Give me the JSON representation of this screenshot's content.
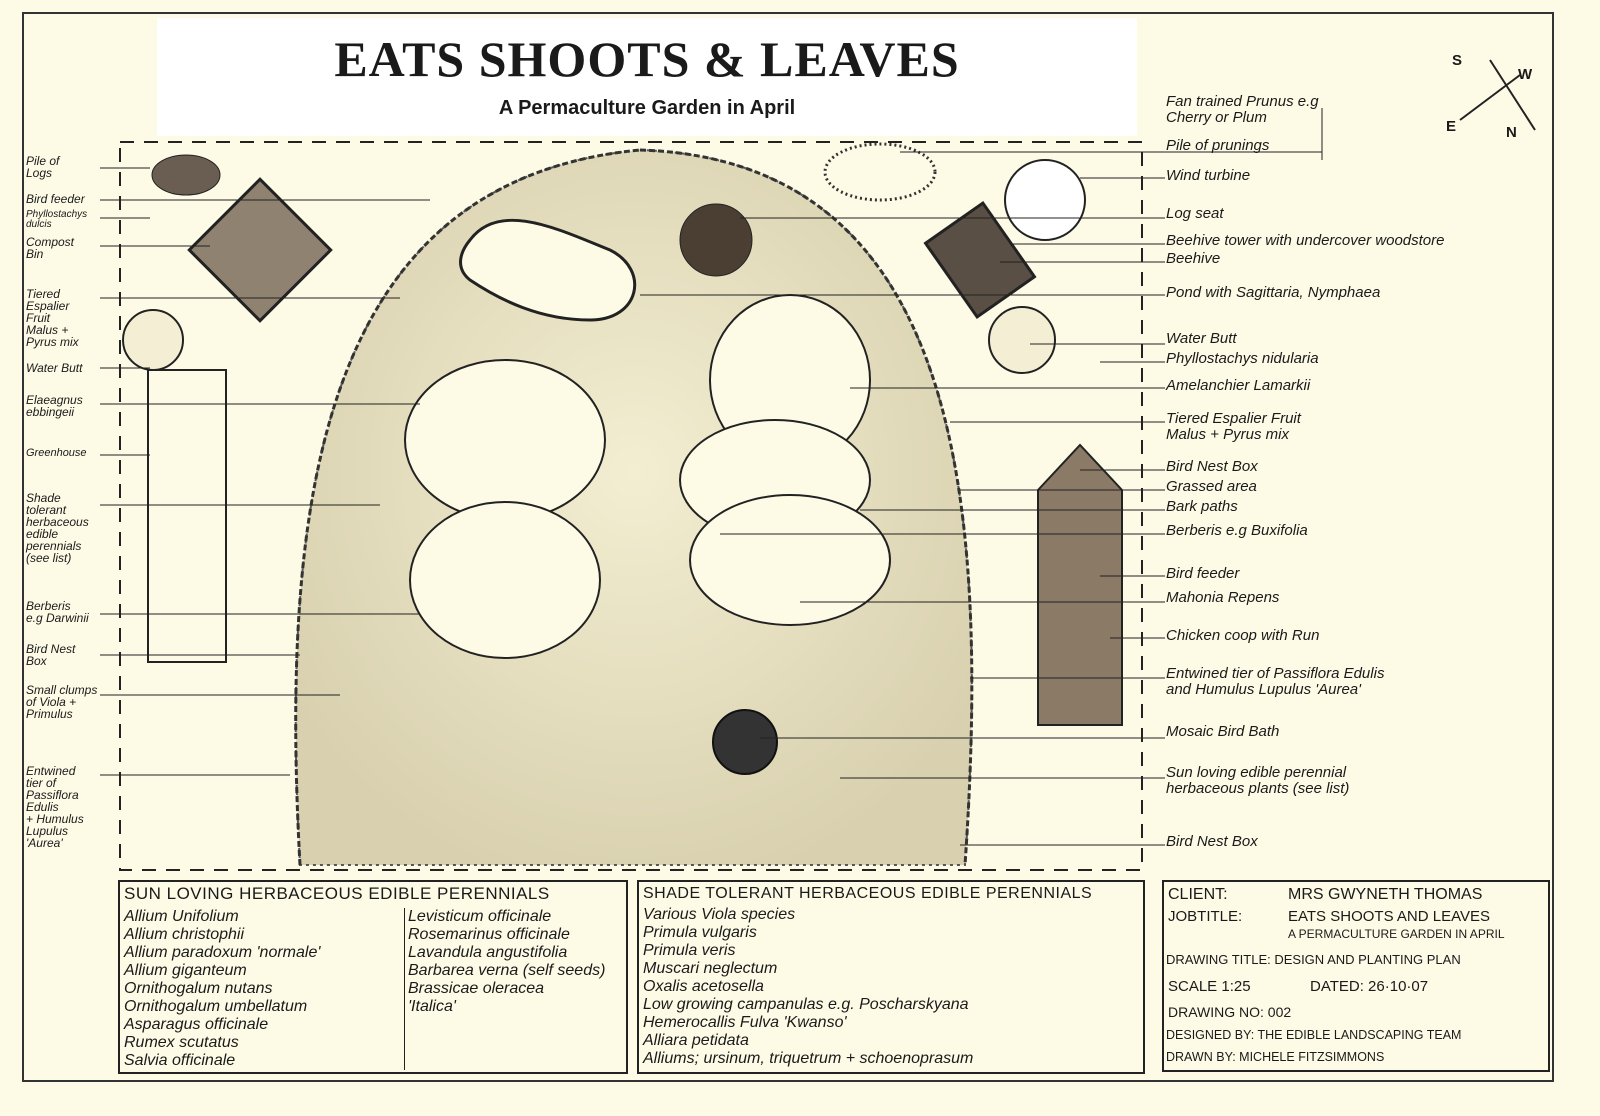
{
  "title": "EATS SHOOTS & LEAVES",
  "subtitle": "A Permaculture Garden in April",
  "compass": [
    "S",
    "W",
    "E",
    "N"
  ],
  "left_labels": [
    "Pile of\nLogs",
    "Bird feeder",
    "Phyllostachys\ndulcis",
    "Compost\nBin",
    "Tiered\nEspalier\nFruit\nMalus +\nPyrus mix",
    "Water Butt",
    "Elaeagnus\nebbingeii",
    "Greenhouse",
    "Shade\ntolerant\nherbaceous\nedible\nperennials\n(see list)",
    "Berberis\ne.g Darwinii",
    "Bird Nest\nBox",
    "Small clumps\nof Viola +\nPrimulus",
    "Entwined\ntier of\nPassiflora\nEdulis\n+ Humulus\nLupulus\n'Aurea'"
  ],
  "right_labels": [
    "Fan trained Prunus e.g\nCherry or Plum",
    "Pile of prunings",
    "Wind turbine",
    "Log seat",
    "Beehive tower with undercover woodstore",
    "Beehive",
    "Pond with Sagittaria, Nymphaea",
    "Water Butt",
    "Phyllostachys nidularia",
    "Amelanchier Lamarkii",
    "Tiered Espalier Fruit\nMalus + Pyrus mix",
    "Bird Nest Box",
    "Grassed area",
    "Bark paths",
    "Berberis e.g Buxifolia",
    "Bird feeder",
    "Mahonia Repens",
    "Chicken coop with Run",
    "Entwined tier of Passiflora Edulis\nand Humulus Lupulus 'Aurea'",
    "Mosaic Bird Bath",
    "Sun loving edible perennial\nherbaceous plants (see list)",
    "Bird Nest Box"
  ],
  "sun_table": {
    "heading": "SUN LOVING HERBACEOUS EDIBLE PERENNIALS",
    "col1": [
      "Allium Unifolium",
      "Allium christophii",
      "Allium paradoxum 'normale'",
      "Allium giganteum",
      "Ornithogalum nutans",
      "Ornithogalum umbellatum",
      "Asparagus officinale",
      "Rumex scutatus",
      "Salvia officinale"
    ],
    "col2": [
      "Levisticum officinale",
      "Rosemarinus officinale",
      "Lavandula angustifolia",
      "Barbarea verna (self seeds)",
      "Brassicae oleracea",
      "'Italica'"
    ]
  },
  "shade_table": {
    "heading": "SHADE TOLERANT HERBACEOUS EDIBLE PERENNIALS",
    "items": [
      "Various Viola species",
      "Primula vulgaris",
      "Primula veris",
      "Muscari neglectum",
      "Oxalis acetosella",
      "Low growing campanulas e.g. Poscharskyana",
      "Hemerocallis Fulva 'Kwanso'",
      "Alliara petidata",
      "Alliums; ursinum, triquetrum + schoenoprasum"
    ]
  },
  "title_block": {
    "client_label": "CLIENT:",
    "client": "MRS GWYNETH THOMAS",
    "job_label": "JOBTITLE:",
    "job1": "EATS SHOOTS AND LEAVES",
    "job2": "A PERMACULTURE GARDEN IN APRIL",
    "drawing_title": "DRAWING TITLE: DESIGN AND PLANTING PLAN",
    "scale": "SCALE 1:25",
    "dated": "DATED: 26·10·07",
    "drawing_no": "DRAWING NO: 002",
    "designed_by": "DESIGNED BY: THE EDIBLE LANDSCAPING TEAM",
    "drawn_by": "DRAWN BY: MICHELE FITZSIMMONS"
  }
}
